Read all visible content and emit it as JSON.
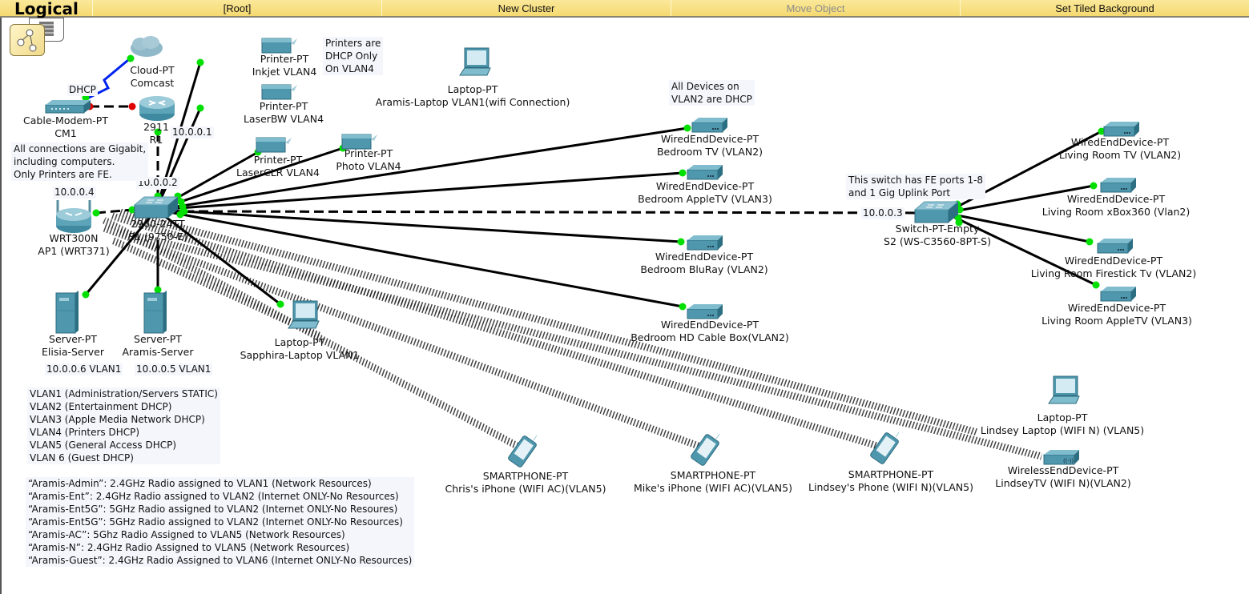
{
  "toolbar": {
    "view_label": "Logical",
    "root_label": "[Root]",
    "new_cluster_label": "New Cluster",
    "move_object_label": "Move Object",
    "set_tiled_background_label": "Set Tiled Background"
  },
  "colors": {
    "toolbar_bg": "#f5d970",
    "device_teal": "#4f97ad",
    "link_up": "#00e000",
    "link_down": "#e00000",
    "wan_link": "#0022ee"
  },
  "devices": {
    "cloud": {
      "type": "Cloud-PT",
      "name": "Comcast"
    },
    "modem": {
      "type": "Cable-Modem-PT",
      "name": "CM1"
    },
    "router": {
      "type": "2911",
      "name": "R1",
      "ip": "10.0.0.1"
    },
    "ap": {
      "type": "WRT300N",
      "name": "AP1 (WRT371)",
      "ip": "10.0.0.4"
    },
    "switch1": {
      "type": "2960-24TT",
      "name": "S1 (9750-E)",
      "ip": "10.0.0.2"
    },
    "server1": {
      "type": "Server-PT",
      "name": "Elisia-Server",
      "ip": "10.0.0.6 VLAN1"
    },
    "server2": {
      "type": "Server-PT",
      "name": "Aramis-Server",
      "ip": "10.0.0.5 VLAN1"
    },
    "printer_inkjet": {
      "type": "Printer-PT",
      "name": "Inkjet VLAN4"
    },
    "printer_laserbw": {
      "type": "Printer-PT",
      "name": "LaserBW VLAN4"
    },
    "printer_laserclr": {
      "type": "Printer-PT",
      "name": "LaserCLR VLAN4"
    },
    "printer_photo": {
      "type": "Printer-PT",
      "name": "Photo VLAN4"
    },
    "laptop_aramis": {
      "type": "Laptop-PT",
      "name": "Aramis-Laptop VLAN1(wifi Connection)"
    },
    "laptop_sapphira": {
      "type": "Laptop-PT",
      "name": "Sapphira-Laptop VLAN1"
    },
    "bedroom_tv": {
      "type": "WiredEndDevice-PT",
      "name": "Bedroom TV (VLAN2)"
    },
    "bedroom_appletv": {
      "type": "WiredEndDevice-PT",
      "name": "Bedroom AppleTV (VLAN3)"
    },
    "bedroom_bluray": {
      "type": "WiredEndDevice-PT",
      "name": "Bedroom BluRay (VLAN2)"
    },
    "bedroom_cable": {
      "type": "WiredEndDevice-PT",
      "name": "Bedroom HD Cable Box(VLAN2)"
    },
    "switch2": {
      "type": "Switch-PT-Empty",
      "name": "S2 (WS-C3560-8PT-S)",
      "ip": "10.0.0.3"
    },
    "lr_tv": {
      "type": "WiredEndDevice-PT",
      "name": "Living Room TV (VLAN2)"
    },
    "lr_xbox": {
      "type": "WiredEndDevice-PT",
      "name": "Living Room xBox360 (Vlan2)"
    },
    "lr_firestick": {
      "type": "WiredEndDevice-PT",
      "name": "Living Room Firestick Tv (VLAN2)"
    },
    "lr_appletv": {
      "type": "WiredEndDevice-PT",
      "name": "Living Room AppleTV (VLAN3)"
    },
    "phone_chris": {
      "type": "SMARTPHONE-PT",
      "name": "Chris's iPhone (WIFI AC)(VLAN5)"
    },
    "phone_mike": {
      "type": "SMARTPHONE-PT",
      "name": "Mike's iPhone (WIFI AC)(VLAN5)"
    },
    "phone_lindsey": {
      "type": "SMARTPHONE-PT",
      "name": "Lindsey's Phone (WIFI N)(VLAN5)"
    },
    "laptop_lindsey": {
      "type": "Laptop-PT",
      "name": "Lindsey Laptop (WIFI N) (VLAN5)"
    },
    "tv_lindsey": {
      "type": "WirelessEndDevice-PT",
      "name": "LindseyTV (WIFI N)(VLAN2)"
    }
  },
  "link_labels": {
    "wan": "DHCP"
  },
  "notes": {
    "printers": [
      "Printers are",
      "DHCP Only",
      "On VLAN4"
    ],
    "gigabit": [
      "All connections are Gigabit,",
      "including computers.",
      " Only Printers are FE."
    ],
    "vlan2": [
      "All Devices on",
      "VLAN2 are DHCP"
    ],
    "switch2": [
      "This switch has FE ports 1-8",
      "and 1 Gig Uplink Port"
    ],
    "vlans": [
      "VLAN1 (Administration/Servers STATIC)",
      "VLAN2 (Entertainment DHCP)",
      "VLAN3 (Apple Media Network DHCP)",
      "VLAN4 (Printers DHCP)",
      "VLAN5 (General Access DHCP)",
      "VLAN 6 (Guest DHCP)"
    ],
    "ssids": [
      "“Aramis-Admin”: 2.4GHz Radio assigned to VLAN1 (Network Resources)",
      "“Aramis-Ent”: 2.4GHz Radio assigned to VLAN2 (Internet ONLY-No Resources)",
      "“Aramis-Ent5G”: 5GHz Radio assigned to VLAN2 (Internet ONLY-No Resoures)",
      "“Aramis-Ent5G”: 5GHz Radio assigned to VLAN2 (Internet ONLY-No Resources)",
      "“Aramis-AC”: 5Ghz Radio Assigned to VLAN5 (Network Resources)",
      "“Aramis-N”: 2.4GHz Radio Assigned to VLAN5 (Network Resources)",
      "“Aramis-Guest”: 2.4GHz Radio Assigned to VLAN6 (Internet ONLY-No Resources)"
    ]
  }
}
